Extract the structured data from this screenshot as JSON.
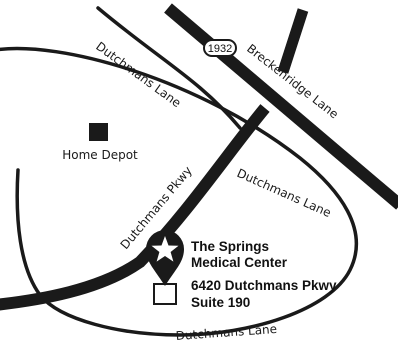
{
  "colors": {
    "road": "#1a1a1a",
    "background": "#ffffff",
    "marker": "#1a1a1a",
    "marker_star": "#ffffff"
  },
  "roads": {
    "dutchmans_lane_nw": "Dutchmans Lane",
    "breckenridge_lane": "Breckenridge Lane",
    "dutchmans_pkwy": "Dutchmans Pkwy",
    "dutchmans_lane_east": "Dutchmans Lane",
    "dutchmans_lane_south": "Dutchmans Lane",
    "route_shield": "1932"
  },
  "landmarks": {
    "home_depot": "Home Depot"
  },
  "destination": {
    "name_line1": "The Springs",
    "name_line2": "Medical Center",
    "address_line1": "6420 Dutchmans Pkwy",
    "address_line2": "Suite 190",
    "marker_icon": "star-pin-icon"
  }
}
